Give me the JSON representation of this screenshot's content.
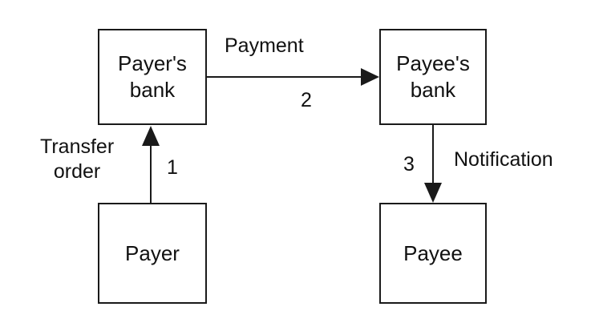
{
  "nodes": {
    "payers_bank": "Payer's\nbank",
    "payees_bank": "Payee's\nbank",
    "payer": "Payer",
    "payee": "Payee"
  },
  "edges": {
    "transfer": {
      "label": "Transfer\norder",
      "step": "1"
    },
    "payment": {
      "label": "Payment",
      "step": "2"
    },
    "notification": {
      "label": "Notification",
      "step": "3"
    }
  }
}
